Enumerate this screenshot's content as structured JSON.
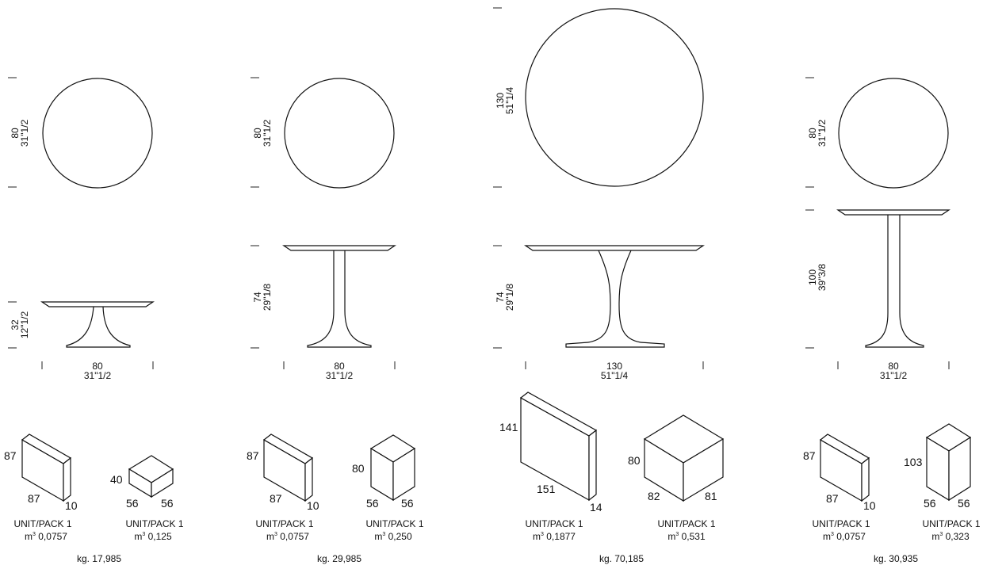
{
  "columns": [
    {
      "top_dim": {
        "cm": "80",
        "in": "31\"1/2"
      },
      "side_dim": {
        "cm": "32",
        "in": "12\"1/2"
      },
      "width_dim": {
        "cm": "80",
        "in": "31\"1/2"
      },
      "box_top": {
        "h": "87",
        "w": "87",
        "d": "10",
        "unit": "UNIT/PACK 1",
        "vol_label": "m",
        "vol_exp": "3",
        "vol_value": " 0,0757"
      },
      "box_base": {
        "h": "40",
        "w": "56",
        "d": "56",
        "unit": "UNIT/PACK 1",
        "vol_label": "m",
        "vol_exp": "3",
        "vol_value": " 0,125"
      },
      "weight": "kg. 17,985"
    },
    {
      "top_dim": {
        "cm": "80",
        "in": "31\"1/2"
      },
      "side_dim": {
        "cm": "74",
        "in": "29\"1/8"
      },
      "width_dim": {
        "cm": "80",
        "in": "31\"1/2"
      },
      "box_top": {
        "h": "87",
        "w": "87",
        "d": "10",
        "unit": "UNIT/PACK 1",
        "vol_label": "m",
        "vol_exp": "3",
        "vol_value": " 0,0757"
      },
      "box_base": {
        "h": "80",
        "w": "56",
        "d": "56",
        "unit": "UNIT/PACK 1",
        "vol_label": "m",
        "vol_exp": "3",
        "vol_value": " 0,250"
      },
      "weight": "kg. 29,985"
    },
    {
      "top_dim": {
        "cm": "130",
        "in": "51\"1/4"
      },
      "side_dim": {
        "cm": "74",
        "in": "29\"1/8"
      },
      "width_dim": {
        "cm": "130",
        "in": "51\"1/4"
      },
      "box_top": {
        "h": "141",
        "w": "151",
        "d": "14",
        "unit": "UNIT/PACK 1",
        "vol_label": "m",
        "vol_exp": "3",
        "vol_value": " 0,1877"
      },
      "box_base": {
        "h": "80",
        "w": "82",
        "d": "81",
        "unit": "UNIT/PACK 1",
        "vol_label": "m",
        "vol_exp": "3",
        "vol_value": " 0,531"
      },
      "weight": "kg. 70,185"
    },
    {
      "top_dim": {
        "cm": "80",
        "in": "31\"1/2"
      },
      "side_dim": {
        "cm": "100",
        "in": "39\"3/8"
      },
      "width_dim": {
        "cm": "80",
        "in": "31\"1/2"
      },
      "box_top": {
        "h": "87",
        "w": "87",
        "d": "10",
        "unit": "UNIT/PACK 1",
        "vol_label": "m",
        "vol_exp": "3",
        "vol_value": " 0,0757"
      },
      "box_base": {
        "h": "103",
        "w": "56",
        "d": "56",
        "unit": "UNIT/PACK 1",
        "vol_label": "m",
        "vol_exp": "3",
        "vol_value": " 0,323"
      },
      "weight": "kg. 30,935"
    }
  ]
}
